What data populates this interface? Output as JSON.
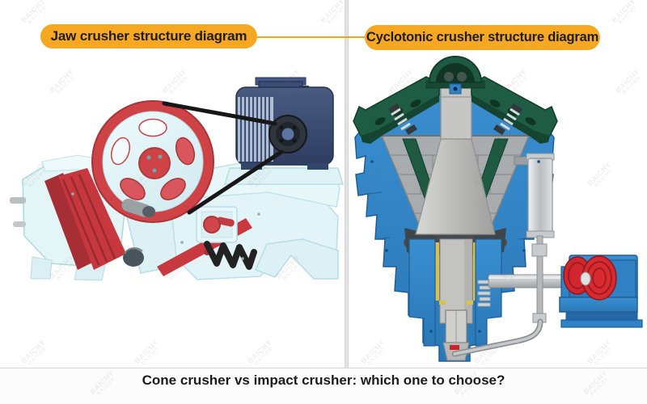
{
  "title_labels": {
    "left": "Jaw crusher structure diagram",
    "right": "Cyclotonic crusher structure diagram"
  },
  "footer": {
    "caption": "Cone crusher vs impact crusher: which one to choose?"
  },
  "watermark": {
    "text": "BAICHY"
  },
  "illustrations": {
    "left": "Jaw crusher cutaway 3D render",
    "right": "Cyclotonic (cone) crusher cutaway 3D render"
  },
  "colors": {
    "accent_orange": "#F7A823",
    "label_text": "#1E1E1E",
    "jaw_body_pale": "#E4F5F8",
    "jaw_red": "#C7383E",
    "motor_navy": "#3B4D75",
    "cone_frame_blue": "#2F83C5",
    "cone_liner_green": "#1D5A41",
    "cone_shaft_gray": "#C3C4C1",
    "pulley_red": "#D2262E",
    "divider_gray": "#E3E3E3"
  }
}
